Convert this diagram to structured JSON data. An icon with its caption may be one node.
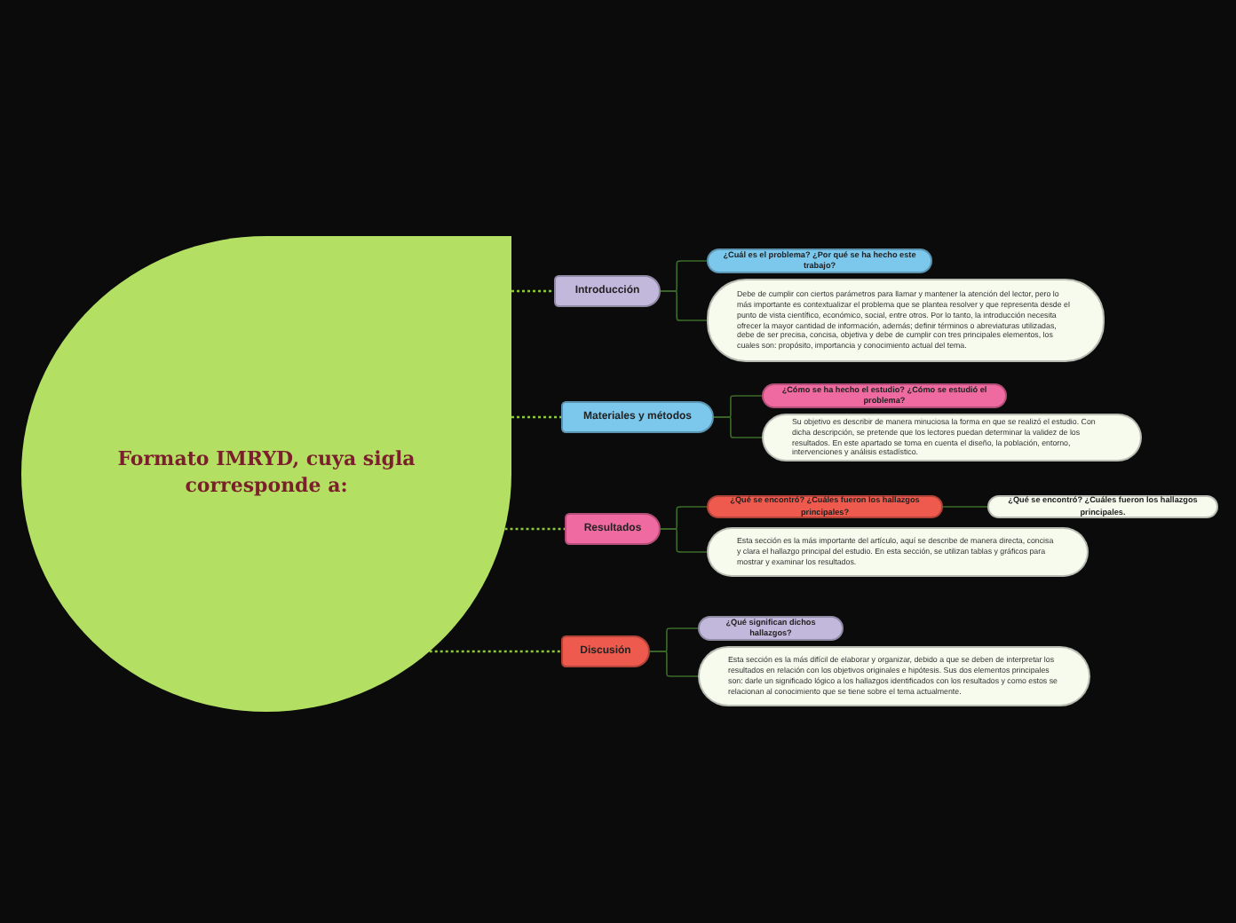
{
  "diagram": {
    "nodes": [
      {
        "text": [
          "Formato IMRYD, cuya sigla corresponde a:"
        ]
      },
      {
        "text": [
          "Introducción"
        ]
      },
      {
        "text": [
          "¿Cuál es el problema? ¿Por qué se ha hecho este trabajo?"
        ]
      },
      {
        "text": [
          "Debe de cumplir con ciertos parámetros para llamar y mantener la atención del lector, pero lo más importante es contextualizar el problema que se plantea resolver y que representa desde el punto de vista científico, económico, social, entre otros. Por lo tanto, la introducción necesita ofrecer la mayor cantidad de información, además; definir términos o abreviaturas utilizadas, debe de ser precisa, concisa, objetiva y debe de cumplir con tres principales elementos, los cuales son: propósito, importancia y conocimiento actual del tema."
        ]
      },
      {
        "text": [
          "Materiales y métodos"
        ]
      },
      {
        "text": [
          "¿Cómo se ha hecho el estudio? ¿Cómo se estudió el problema?"
        ]
      },
      {
        "text": [
          "Su objetivo es describir de manera minuciosa la forma en que se realizó el estudio. Con dicha descripción, se pretende que los lectores puedan determinar la validez de los resultados. En este apartado se toma en cuenta el diseño, la población, entorno, intervenciones y análisis estadístico."
        ]
      },
      {
        "text": [
          "Resultados"
        ]
      },
      {
        "text": [
          "¿Qué se encontró? ¿Cuáles fueron los hallazgos principales?"
        ]
      },
      {
        "text": [
          "¿Qué se encontró? ¿Cuáles fueron los hallazgos principales."
        ]
      },
      {
        "text": [
          "Esta sección es la más importante del artículo, aquí se describe de manera directa, concisa y clara el hallazgo principal del estudio. En esta sección, se utilizan tablas y gráficos para mostrar y examinar los resultados."
        ]
      },
      {
        "text": [
          "Discusión"
        ]
      },
      {
        "text": [
          "¿Qué significan dichos hallazgos?"
        ]
      },
      {
        "text": [
          "Esta sección es la más difícil de elaborar y organizar, debido a que se deben de interpretar los resultados en relación con los objetivos originales e hipótesis. Sus dos elementos principales son: darle un significado lógico a los hallazgos identificados con los resultados y como estos se relacionan al conocimiento que se tiene sobre el tema actualmente."
        ]
      }
    ],
    "edges": [
      {
        "from": 0,
        "to": 1,
        "arrow": "none",
        "style": "dashed",
        "color": "#8cc63f"
      },
      {
        "from": 1,
        "to": 2,
        "arrow": "none"
      },
      {
        "from": 1,
        "to": 3,
        "arrow": "none"
      },
      {
        "from": 0,
        "to": 4,
        "arrow": "none",
        "style": "dashed",
        "color": "#8cc63f"
      },
      {
        "from": 4,
        "to": 5,
        "arrow": "none"
      },
      {
        "from": 4,
        "to": 6,
        "arrow": "none"
      },
      {
        "from": 0,
        "to": 7,
        "arrow": "none",
        "style": "dashed",
        "color": "#8cc63f"
      },
      {
        "from": 7,
        "to": 8,
        "arrow": "none"
      },
      {
        "from": 7,
        "to": 10,
        "arrow": "none"
      },
      {
        "from": 8,
        "to": 9,
        "arrow": "none"
      },
      {
        "from": 0,
        "to": 11,
        "arrow": "none",
        "style": "dashed",
        "color": "#8cc63f"
      },
      {
        "from": 11,
        "to": 12,
        "arrow": "none"
      },
      {
        "from": 11,
        "to": 13,
        "arrow": "none"
      }
    ]
  }
}
